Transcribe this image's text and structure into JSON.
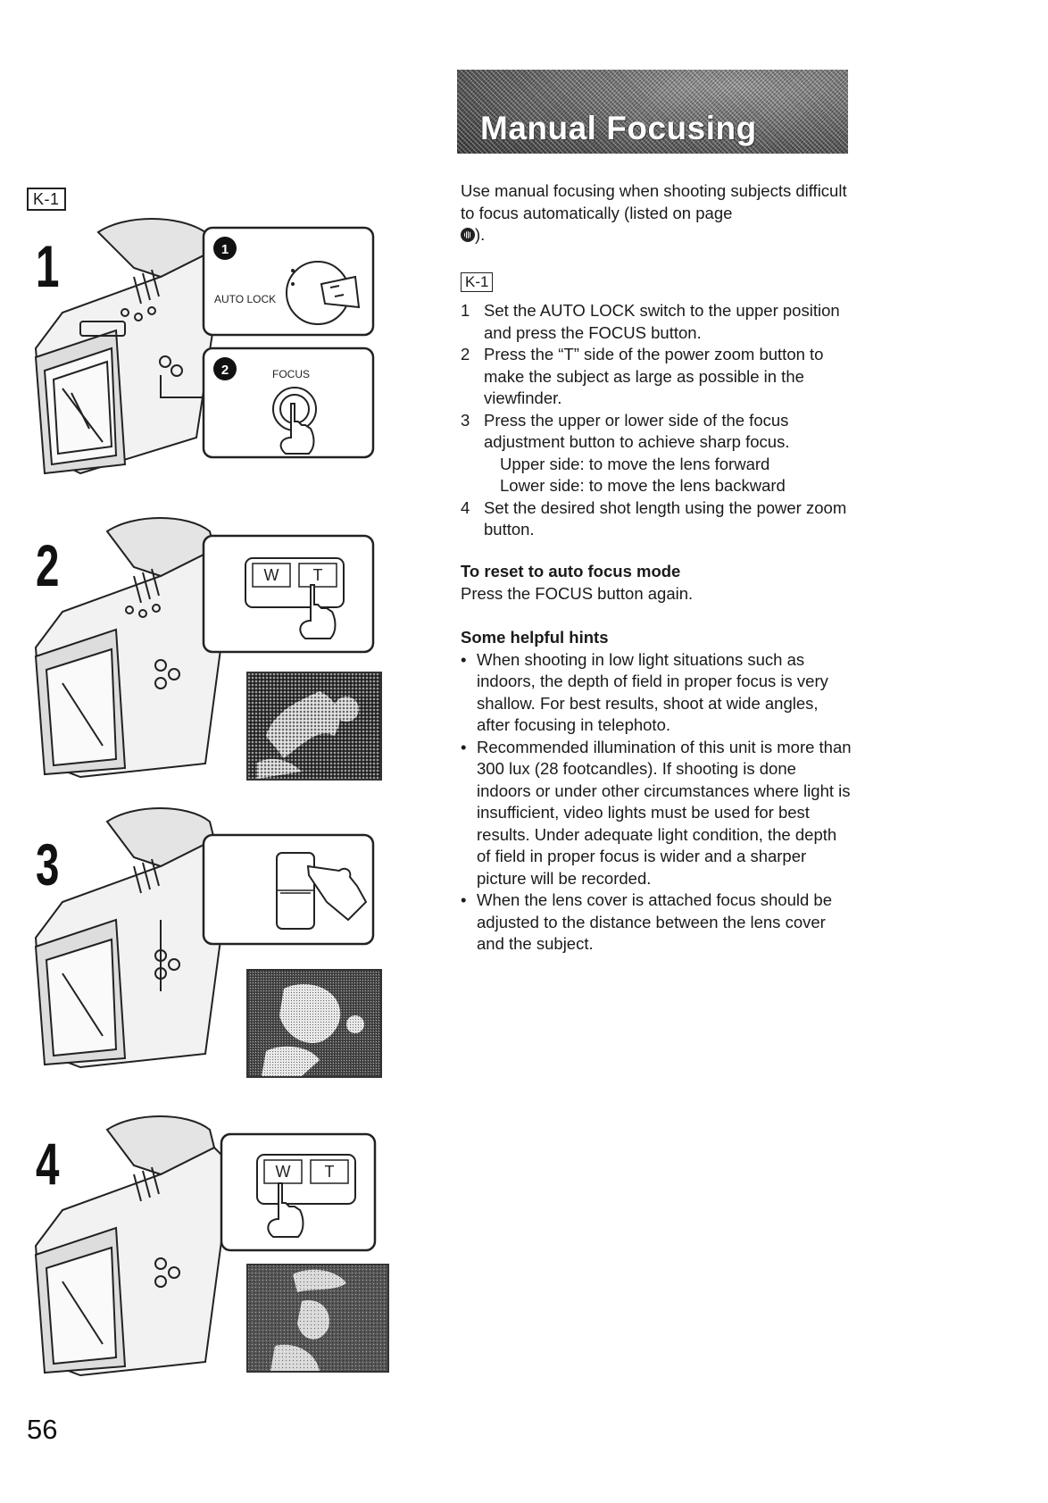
{
  "badge": "K-1",
  "page_number": "56",
  "title": "Manual Focusing",
  "intro": "Use manual focusing when shooting subjects difficult to focus automatically (listed on page",
  "intro_end": ").",
  "section_badge": "K-1",
  "steps": [
    {
      "n": "1",
      "text": "Set the AUTO LOCK switch to the upper position and press the FOCUS button."
    },
    {
      "n": "2",
      "text": "Press the “T” side of the power zoom button to make the subject as large as possible in the viewfinder."
    },
    {
      "n": "3",
      "text": "Press the upper or lower side of the focus adjustment button to achieve sharp focus."
    },
    {
      "n": "4",
      "text": "Set the desired shot length using the power zoom button."
    }
  ],
  "step3_subs": [
    "Upper side: to move the lens forward",
    "Lower side: to move the lens backward"
  ],
  "reset_heading": "To reset to auto focus mode",
  "reset_text": "Press the FOCUS button again.",
  "hints_heading": "Some helpful hints",
  "hints": [
    "When shooting in low light situations such as indoors, the depth of field in proper focus is very shallow. For best results, shoot at wide angles, after focusing in telephoto.",
    "Recommended illumination of this unit is more than 300 lux (28 footcandles). If shooting is done indoors or under other circumstances where light is insufficient, video lights must be used for best results. Under adequate light condition, the depth of field in proper focus is wider and a sharper picture will be recorded.",
    "When the lens cover is attached focus should be adjusted to the distance between the lens cover and the subject."
  ],
  "figures": {
    "step_labels": [
      "1",
      "2",
      "3",
      "4"
    ],
    "callout_1": "1",
    "callout_2": "2",
    "auto_lock_label": "AUTO LOCK",
    "focus_label": "FOCUS",
    "zoom_w": "W",
    "zoom_t": "T"
  }
}
